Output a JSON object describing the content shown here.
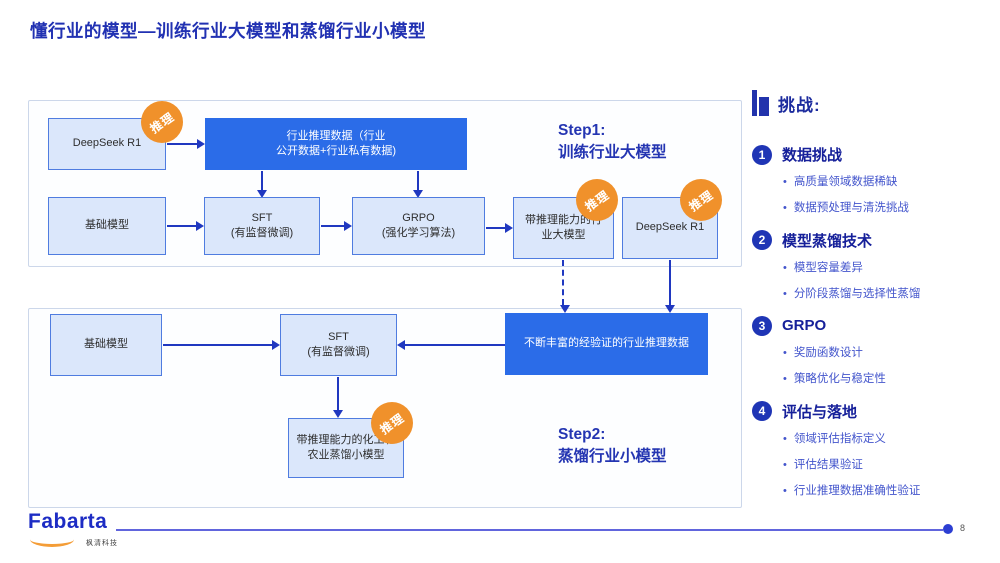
{
  "slide": {
    "title": "懂行业的模型—训练行业大模型和蒸馏行业小模型"
  },
  "badge": {
    "label": "推理"
  },
  "flow1": {
    "step_label": "Step1:\n训练行业大模型",
    "boxes": {
      "deepseek_top": "DeepSeek R1",
      "industry_data": "行业推理数据（行业\n公开数据+行业私有数据)",
      "base_model": "基础模型",
      "sft": "SFT\n(有监督微调)",
      "grpo": "GRPO\n(强化学习算法)",
      "industry_big_model": "带推理能力的行\n业大模型",
      "deepseek_right": "DeepSeek R1"
    }
  },
  "flow2": {
    "step_label": "Step2:\n蒸馏行业小模型",
    "boxes": {
      "base_model": "基础模型",
      "sft": "SFT\n(有监督微调)",
      "small_model": "带推理能力的化工和\n农业蒸馏小模型",
      "verified_data": "不断丰富的经验证的行业推理数据"
    }
  },
  "challenges": {
    "header": "挑战:",
    "sections": [
      {
        "num": "1",
        "title": "数据挑战",
        "bullets": [
          "高质量领域数据稀缺",
          "数据预处理与清洗挑战"
        ]
      },
      {
        "num": "2",
        "title": "模型蒸馏技术",
        "bullets": [
          "模型容量差异",
          "分阶段蒸馏与选择性蒸馏"
        ]
      },
      {
        "num": "3",
        "title": "GRPO",
        "bullets": [
          "奖励函数设计",
          "策略优化与稳定性"
        ]
      },
      {
        "num": "4",
        "title": "评估与落地",
        "bullets": [
          "领域评估指标定义",
          "评估结果验证",
          "行业推理数据准确性验证"
        ]
      }
    ]
  },
  "footer": {
    "logo_text": "Fabarta",
    "logo_subtext": "枫清科技",
    "page": "8"
  },
  "colors": {
    "title_navy": "#2131b2",
    "solid_box_blue": "#2b6ce8",
    "light_box_fill": "#dbe7fb",
    "light_box_border": "#4f7ce0",
    "arrow_navy": "#2038c0",
    "badge_orange": "#f0912b",
    "bullet_blue": "#4355cc",
    "footer_line_blue": "#6165dd"
  }
}
